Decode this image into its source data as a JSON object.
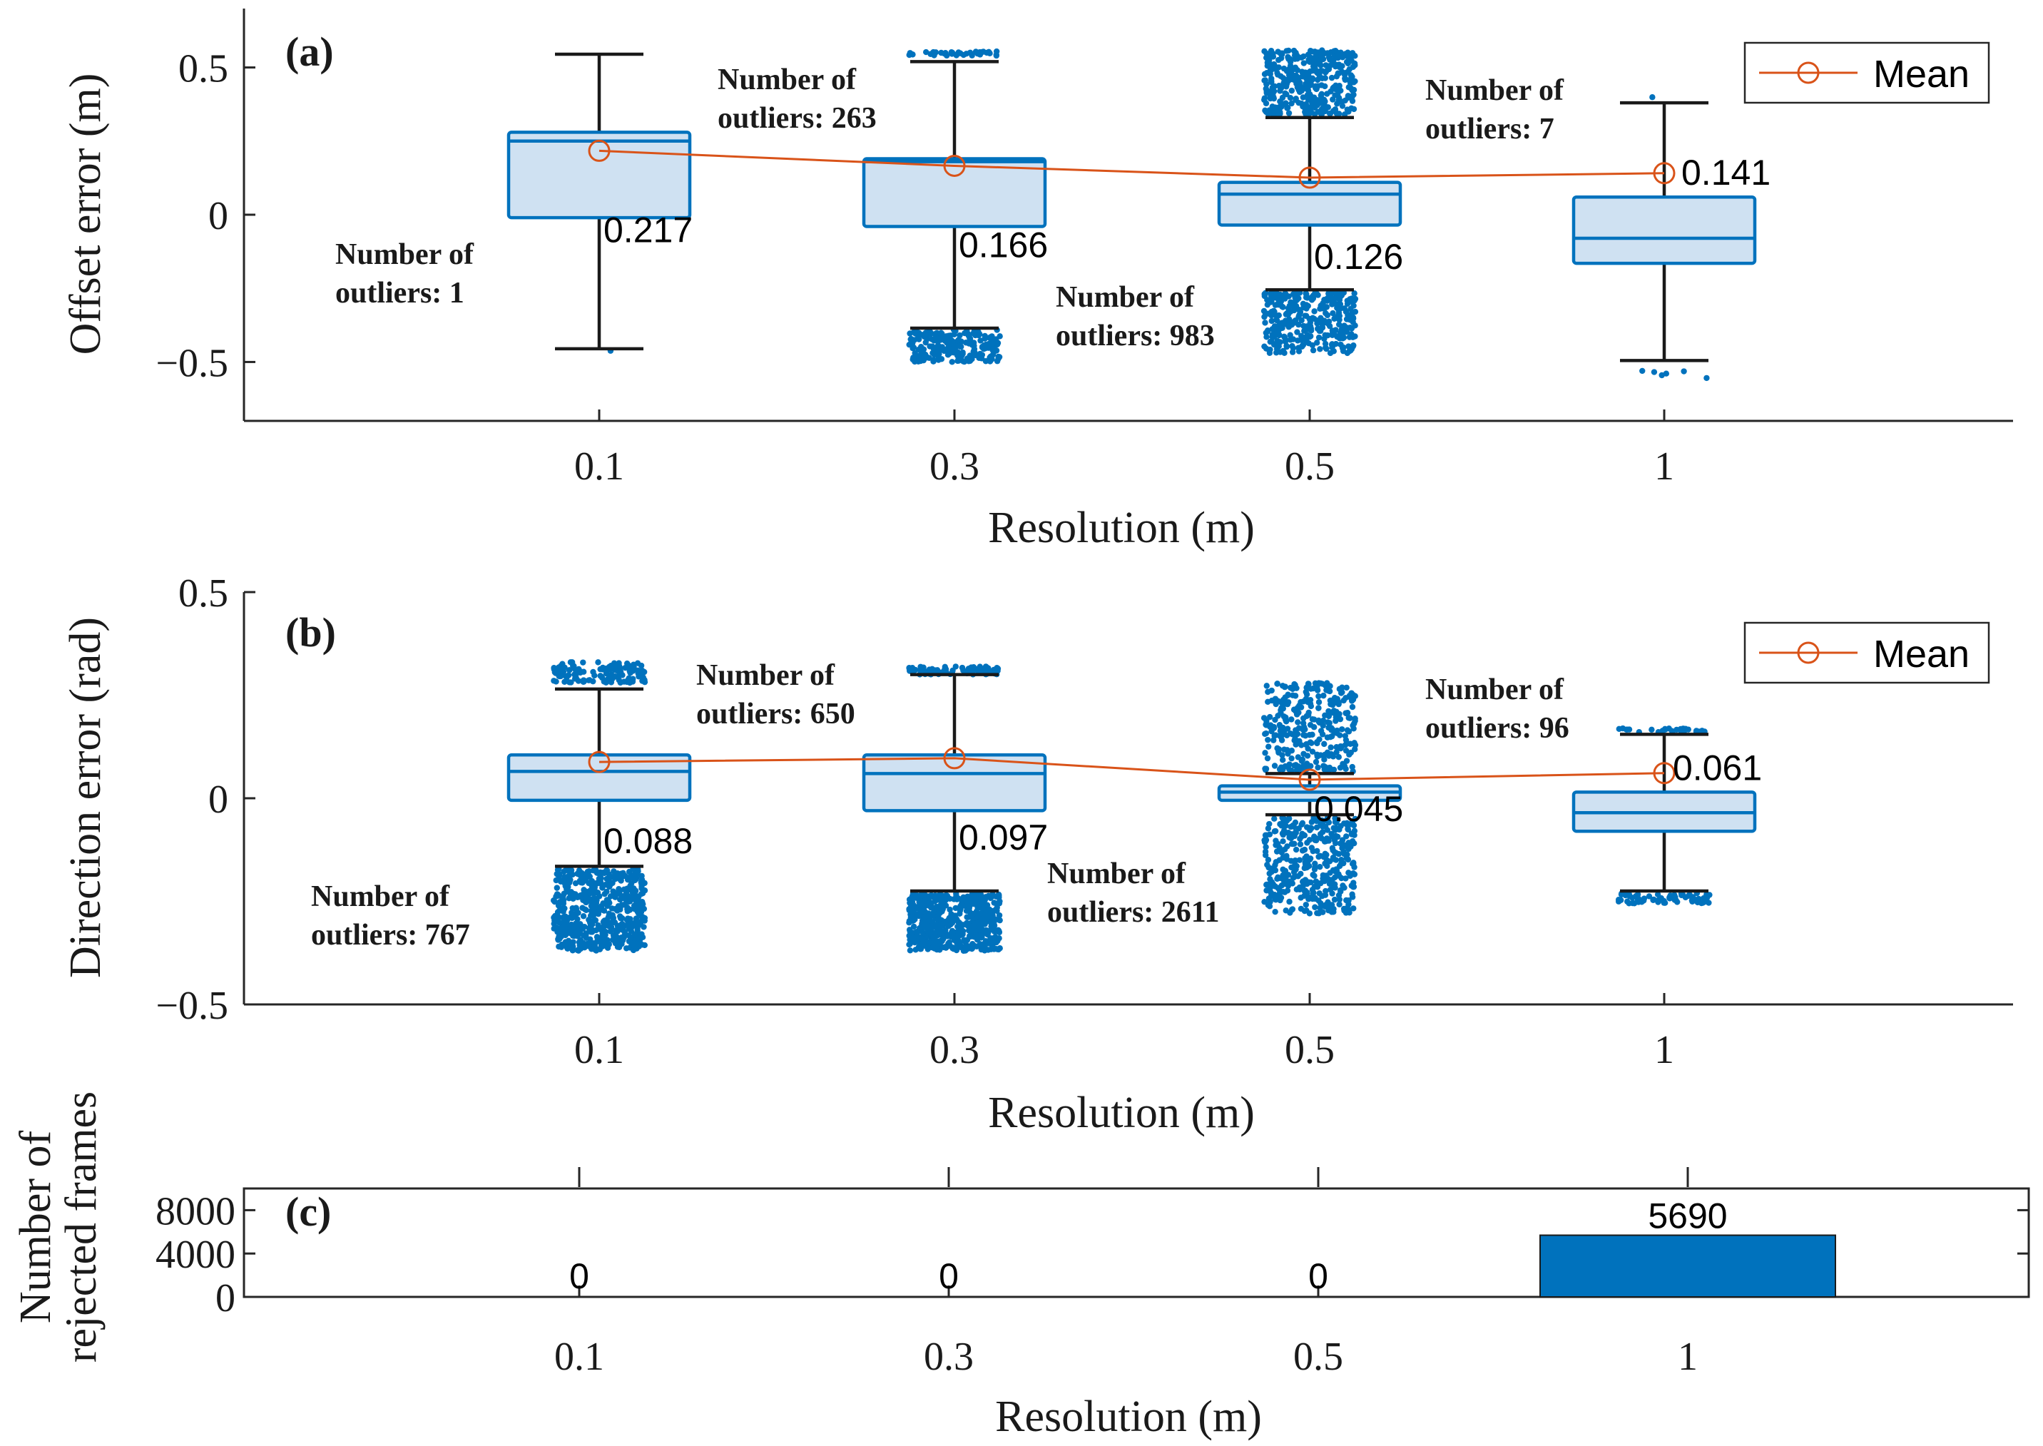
{
  "colors": {
    "box_face": "#cfe1f2",
    "box_edge": "#0072bd",
    "mean": "#d95319",
    "outlier": "#0072bd",
    "bar": "#0072bd",
    "axis": "#262626"
  },
  "chart_data": [
    {
      "type": "box",
      "panel_label": "(a)",
      "xlabel": "Resolution (m)",
      "ylabel": "Offset error (m)",
      "categories": [
        "0.1",
        "0.3",
        "0.5",
        "1"
      ],
      "ylim": [
        -0.7,
        0.7
      ],
      "yticks": [
        -0.5,
        0,
        0.5
      ],
      "ytick_labels": [
        "−0.5",
        "0",
        "0.5"
      ],
      "legend": {
        "label": "Mean",
        "location": "top-right"
      },
      "boxes": [
        {
          "category": "0.1",
          "q1": -0.01,
          "median": 0.25,
          "q3": 0.28,
          "whisker_low": -0.455,
          "whisker_high": 0.545,
          "mean": 0.217,
          "mean_label": "0.217",
          "outliers_label": [
            "Number of",
            "outliers: 1"
          ],
          "outlier_ranges": [
            [
              -0.465,
              -0.455
            ]
          ],
          "outlier_count": 1
        },
        {
          "category": "0.3",
          "q1": -0.04,
          "median": 0.18,
          "q3": 0.19,
          "whisker_low": -0.385,
          "whisker_high": 0.52,
          "mean": 0.166,
          "mean_label": "0.166",
          "outliers_label": [
            "Number of",
            "outliers: 263"
          ],
          "outlier_ranges": [
            [
              -0.5,
              -0.39
            ],
            [
              0.54,
              0.555
            ]
          ],
          "outlier_count": 263
        },
        {
          "category": "0.5",
          "q1": -0.035,
          "median": 0.07,
          "q3": 0.11,
          "whisker_low": -0.255,
          "whisker_high": 0.33,
          "mean": 0.126,
          "mean_label": "0.126",
          "outliers_label": [
            "Number of",
            "outliers: 983"
          ],
          "outlier_ranges": [
            [
              -0.47,
              -0.26
            ],
            [
              0.34,
              0.56
            ]
          ],
          "outlier_count": 983
        },
        {
          "category": "1",
          "q1": -0.165,
          "median": -0.08,
          "q3": 0.06,
          "whisker_low": -0.495,
          "whisker_high": 0.38,
          "mean": 0.141,
          "mean_label": "0.141",
          "outliers_label": [
            "Number of",
            "outliers: 7"
          ],
          "outlier_ranges": [
            [
              -0.56,
              -0.53
            ],
            [
              0.39,
              0.4
            ]
          ],
          "outlier_count": 7
        }
      ]
    },
    {
      "type": "box",
      "panel_label": "(b)",
      "xlabel": "Resolution (m)",
      "ylabel": "Direction error (rad)",
      "categories": [
        "0.1",
        "0.3",
        "0.5",
        "1"
      ],
      "ylim": [
        -0.5,
        0.5
      ],
      "yticks": [
        -0.5,
        0,
        0.5
      ],
      "ytick_labels": [
        "−0.5",
        "0",
        "0.5"
      ],
      "legend": {
        "label": "Mean",
        "location": "top-right"
      },
      "boxes": [
        {
          "category": "0.1",
          "q1": -0.005,
          "median": 0.065,
          "q3": 0.105,
          "whisker_low": -0.165,
          "whisker_high": 0.265,
          "mean": 0.088,
          "mean_label": "0.088",
          "outliers_label": [
            "Number of",
            "outliers: 767"
          ],
          "outlier_ranges": [
            [
              -0.37,
              -0.17
            ],
            [
              0.28,
              0.33
            ]
          ],
          "outlier_count": 767
        },
        {
          "category": "0.3",
          "q1": -0.03,
          "median": 0.06,
          "q3": 0.105,
          "whisker_low": -0.225,
          "whisker_high": 0.3,
          "mean": 0.097,
          "mean_label": "0.097",
          "outliers_label": [
            "Number of",
            "outliers: 650"
          ],
          "outlier_ranges": [
            [
              -0.37,
              -0.23
            ],
            [
              0.3,
              0.32
            ]
          ],
          "outlier_count": 650
        },
        {
          "category": "0.5",
          "q1": -0.005,
          "median": 0.015,
          "q3": 0.03,
          "whisker_low": -0.04,
          "whisker_high": 0.06,
          "mean": 0.045,
          "mean_label": "0.045",
          "outliers_label": [
            "Number of",
            "outliers: 2611"
          ],
          "outlier_ranges": [
            [
              -0.28,
              -0.045
            ],
            [
              0.065,
              0.28
            ]
          ],
          "outlier_count": 2611
        },
        {
          "category": "1",
          "q1": -0.08,
          "median": -0.035,
          "q3": 0.015,
          "whisker_low": -0.225,
          "whisker_high": 0.155,
          "mean": 0.061,
          "mean_label": "0.061",
          "outliers_label": [
            "Number of",
            "outliers: 96"
          ],
          "outlier_ranges": [
            [
              -0.255,
              -0.23
            ],
            [
              0.16,
              0.17
            ]
          ],
          "outlier_count": 96
        }
      ]
    },
    {
      "type": "bar",
      "panel_label": "(c)",
      "xlabel": "Resolution (m)",
      "ylabel": [
        "Number of",
        "rejected frames"
      ],
      "categories": [
        "0.1",
        "0.3",
        "0.5",
        "1"
      ],
      "values": [
        0,
        0,
        0,
        5690
      ],
      "value_labels": [
        "0",
        "0",
        "0",
        "5690"
      ],
      "ylim": [
        0,
        10000
      ],
      "yticks": [
        0,
        4000,
        8000
      ],
      "ytick_labels": [
        "0",
        "4000",
        "8000"
      ]
    }
  ]
}
